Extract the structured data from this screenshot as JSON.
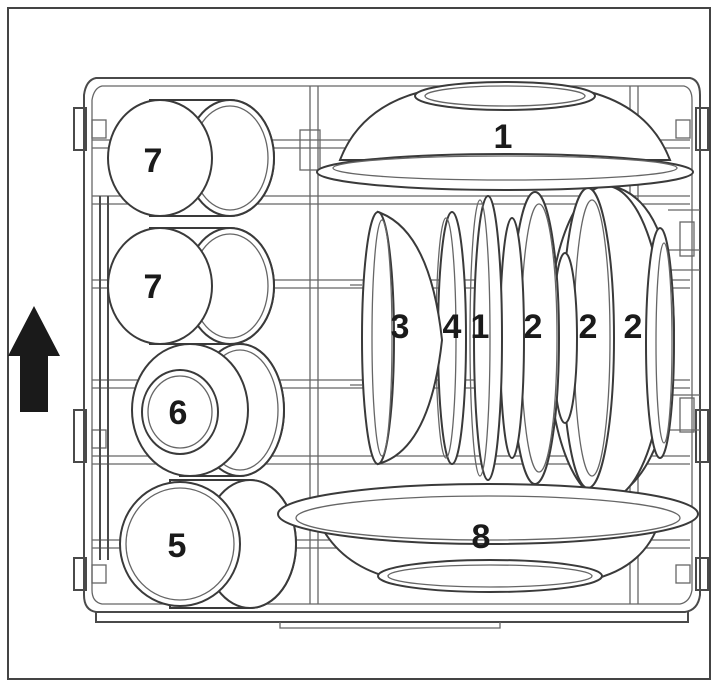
{
  "diagram": {
    "arrow_color": "#1a1a1a",
    "line_color": "#3a3a3a",
    "labels": {
      "large_bowl": "1",
      "plate_a": "2",
      "plate_b": "2",
      "plate_c": "2",
      "dessert_bowl": "3",
      "saucer": "4",
      "small_plate": "1",
      "cup_a": "7",
      "cup_b": "7",
      "cup_c": "6",
      "cup_d": "5",
      "serving_dish": "8"
    }
  }
}
